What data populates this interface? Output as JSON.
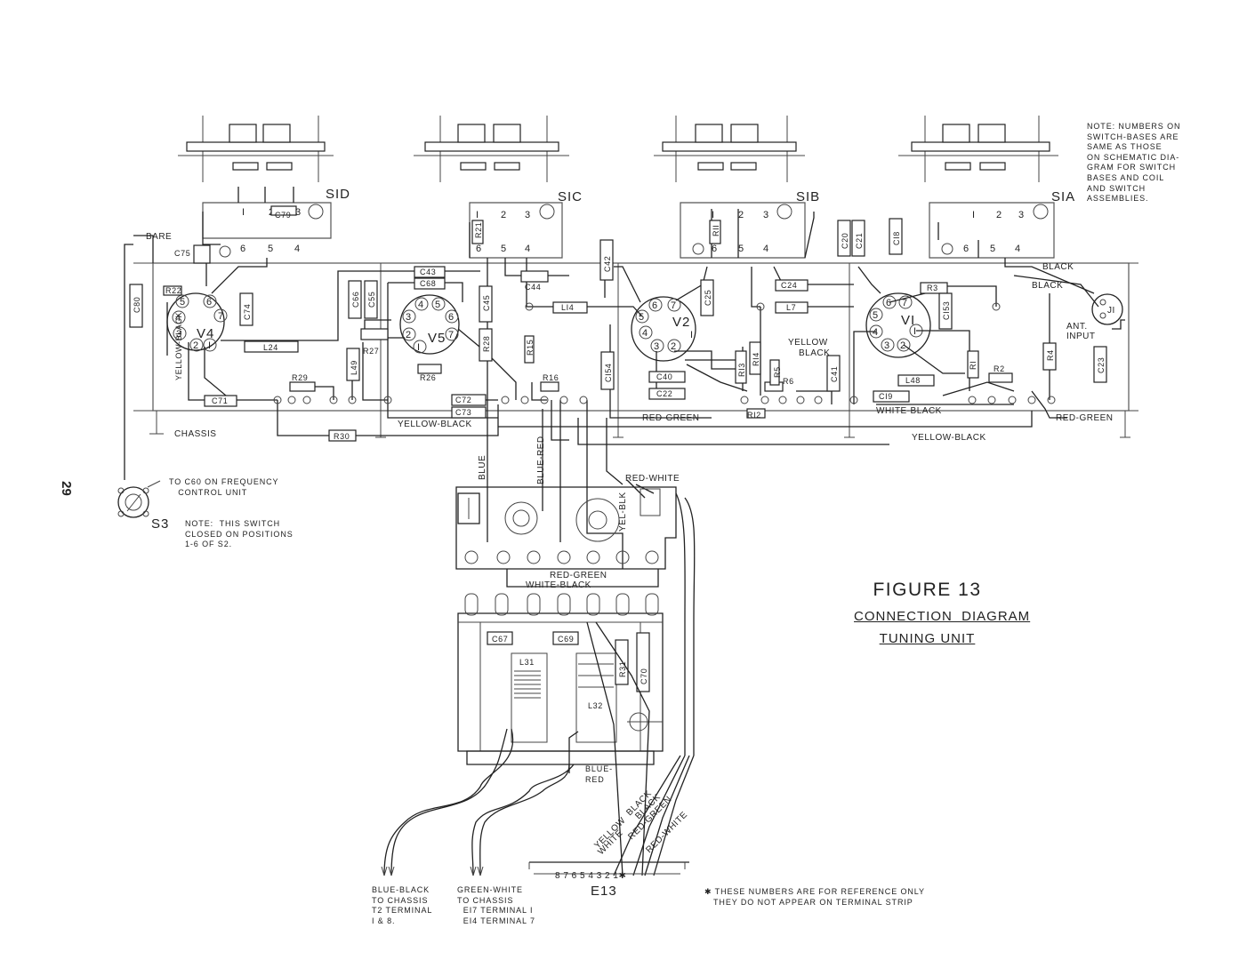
{
  "figure": {
    "title": "FIGURE 13",
    "subtitle1": "CONNECTION  DIAGRAM",
    "subtitle2": "TUNING UNIT"
  },
  "page_number": "29",
  "notes": {
    "switch_bases": "NOTE: NUMBERS ON\nSWITCH-BASES ARE\nSAME AS THOSE\nON SCHEMATIC DIA-\nGRAM FOR SWITCH\nBASES AND COIL\nAND SWITCH\nASSEMBLIES.",
    "s3_switch": "NOTE:  THIS SWITCH\nCLOSED ON POSITIONS\n1-6 OF S2.",
    "to_c60": "TO C60 ON FREQUENCY\n   CONTROL UNIT",
    "reference": "✱ THESE NUMBERS ARE FOR REFERENCE ONLY\n   THEY DO NOT APPEAR ON TERMINAL STRIP"
  },
  "switches": {
    "sid": "SID",
    "sic": "SIC",
    "sib": "SIB",
    "sia": "SIA",
    "s3": "S3"
  },
  "tubes": {
    "v4": "V4",
    "v5": "V5",
    "v2": "V2",
    "v1": "VI"
  },
  "labels": {
    "bare": "BARE",
    "chassis": "CHASSIS",
    "yellow_black_v": "YELLOW-\nBLACK",
    "yellow_black": "YELLOW-BLACK",
    "red_green": "RED-GREEN",
    "yellow": "YELLOW",
    "black": "BLACK",
    "white_black": "WHITE-BLACK",
    "blue": "BLUE",
    "blue_red": "BLUE-RED",
    "red_white": "RED-WHITE",
    "yel_blk": "YEL-BLK",
    "ant_input": "ANT.\nINPUT",
    "j1": "JI",
    "blue_red2": "BLUE-\nRED",
    "yellow_w": "YELLOW",
    "black_w": "BLACK",
    "white_w": "WHITE",
    "red_green_w": "RED-GREEN",
    "red_white_w": "RED-WHITE",
    "black_w2": "BLACK",
    "e13": "E13",
    "strip_numbers": "8  7  6  5  4  3  2  1✱",
    "blue_black_note": "BLUE-BLACK\nTO CHASSIS\nT2 TERMINAL\nI & 8.",
    "green_white_note": "GREEN-WHITE\nTO CHASSIS\n  EI7 TERMINAL I\n  EI4 TERMINAL 7"
  },
  "components": {
    "c79": "C79",
    "c75": "C75",
    "c80": "C80",
    "r22": "R22",
    "c74": "C74",
    "l24": "L24",
    "r29": "R29",
    "c71": "C71",
    "r30": "R30",
    "c66": "C66",
    "c55": "C55",
    "c43": "C43",
    "c68": "C68",
    "c45": "C45",
    "c44": "C44",
    "r27": "R27",
    "l49": "L49",
    "r26": "R26",
    "r28": "R28",
    "r21": "R21",
    "r15": "R15",
    "r16": "R16",
    "c72": "C72",
    "c73": "C73",
    "c42": "C42",
    "l14": "LI4",
    "c25": "C25",
    "c154": "CI54",
    "c40": "C40",
    "c22": "C22",
    "r13": "RI3",
    "r14": "RI4",
    "r5": "R5",
    "r6": "R6",
    "r12": "RI2",
    "r11": "RII",
    "c24": "C24",
    "l7": "L7",
    "c41": "C41",
    "c20": "C20",
    "c21": "C21",
    "c18": "CI8",
    "r3": "R3",
    "c153": "CI53",
    "l48": "L48",
    "c19": "CI9",
    "r1": "RI",
    "r2": "R2",
    "r4": "R4",
    "c23": "C23",
    "c67": "C67",
    "c69": "C69",
    "l31": "L31",
    "l32": "L32",
    "r31": "R31",
    "c70": "C70"
  }
}
